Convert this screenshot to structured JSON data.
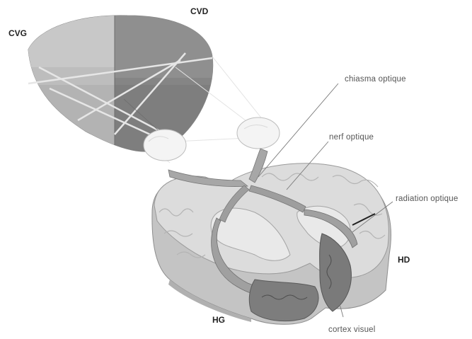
{
  "labels": {
    "cvg": "CVG",
    "cvd": "CVD",
    "chiasma": "chiasma optique",
    "nerf": "nerf optique",
    "radiation": "radiation optique",
    "hd": "HD",
    "hg": "HG",
    "cortex": "cortex visuel"
  },
  "colors": {
    "field_left": "#b9b9b9",
    "field_right": "#8f8f8f",
    "brain_surface": "#d7d7d7",
    "brain_edge": "#9a9a9a",
    "pathway": "#a7a7a7",
    "cortex": "#7a7a7a"
  }
}
